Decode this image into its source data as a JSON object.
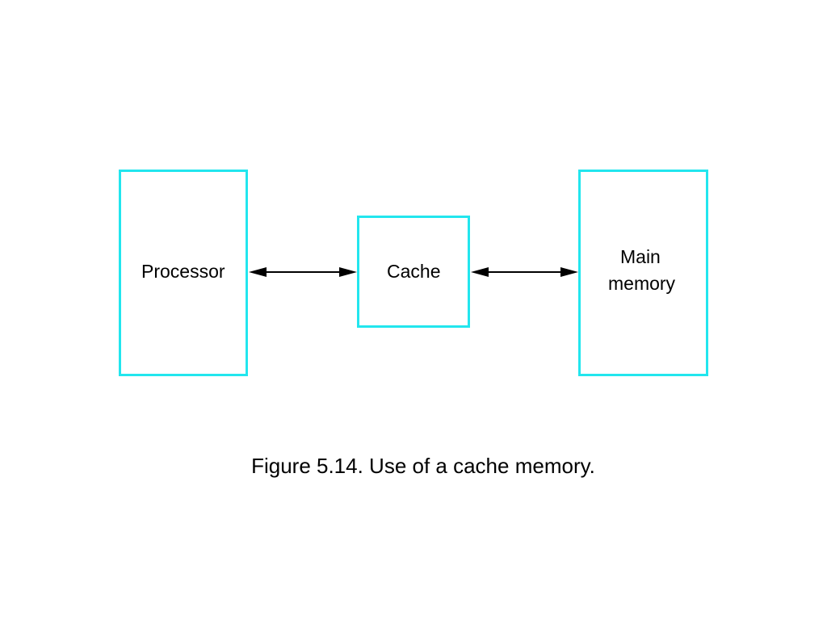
{
  "diagram": {
    "processor_label": "Processor",
    "cache_label": "Cache",
    "memory_label_line1": "Main",
    "memory_label_line2": "memory",
    "box_color": "#22e6ee",
    "arrow_color": "#000000",
    "connections": [
      {
        "from": "Processor",
        "to": "Cache",
        "direction": "bidirectional"
      },
      {
        "from": "Cache",
        "to": "Main memory",
        "direction": "bidirectional"
      }
    ]
  },
  "caption": "Figure 5.14. Use of a cache memory."
}
